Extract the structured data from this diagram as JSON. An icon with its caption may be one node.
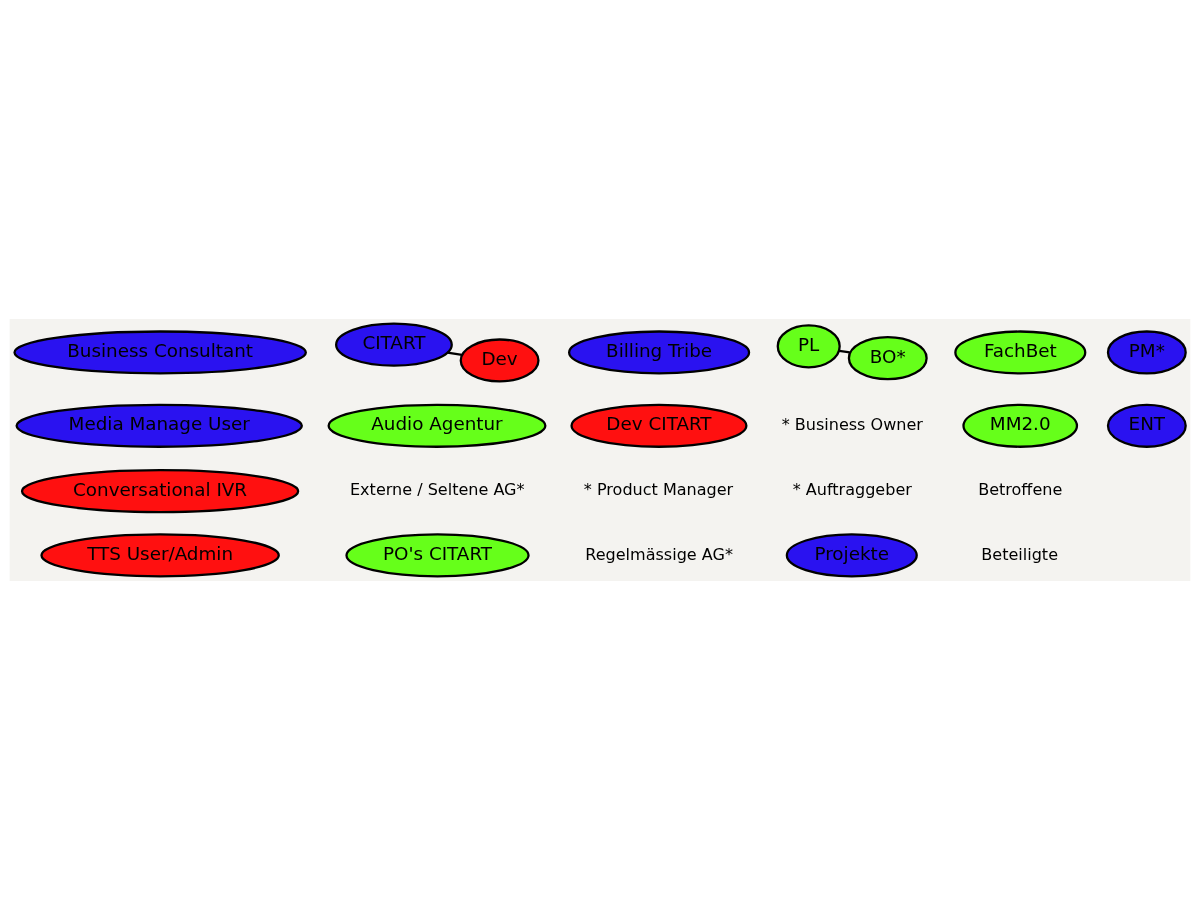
{
  "diagram": {
    "nodes": [
      {
        "text": [
          "Business Consultant"
        ]
      },
      {
        "text": [
          "PO's CITART"
        ]
      },
      {
        "text": [
          "Projekte"
        ]
      },
      {
        "text": [
          "Billing Tribe"
        ]
      },
      {
        "text": [
          "Conversational IVR"
        ]
      },
      {
        "text": [
          "CITART"
        ]
      },
      {
        "text": [
          "Dev"
        ]
      },
      {
        "text": [
          "PL"
        ]
      },
      {
        "text": [
          "BO*"
        ]
      },
      {
        "text": [
          "MM2.0"
        ]
      },
      {
        "text": [
          "TTS User/Admin"
        ]
      },
      {
        "text": [
          "PM*"
        ]
      },
      {
        "text": [
          "FachBet"
        ]
      },
      {
        "text": [
          "Media Manage User"
        ]
      },
      {
        "text": [
          "ENT"
        ]
      },
      {
        "text": [
          "Audio Agentur"
        ]
      },
      {
        "text": [
          "Dev CITART"
        ]
      }
    ],
    "edges": [
      {
        "from": 8,
        "to": 7,
        "arrow": "none"
      },
      {
        "from": 6,
        "to": 5,
        "arrow": "none"
      }
    ],
    "labels": [
      "Regelmässige AG*",
      "Beteiligte",
      "Betroffene",
      "Externe / Seltene AG*",
      "* Auftraggeber",
      "* Product Manager",
      "* Business Owner"
    ]
  }
}
